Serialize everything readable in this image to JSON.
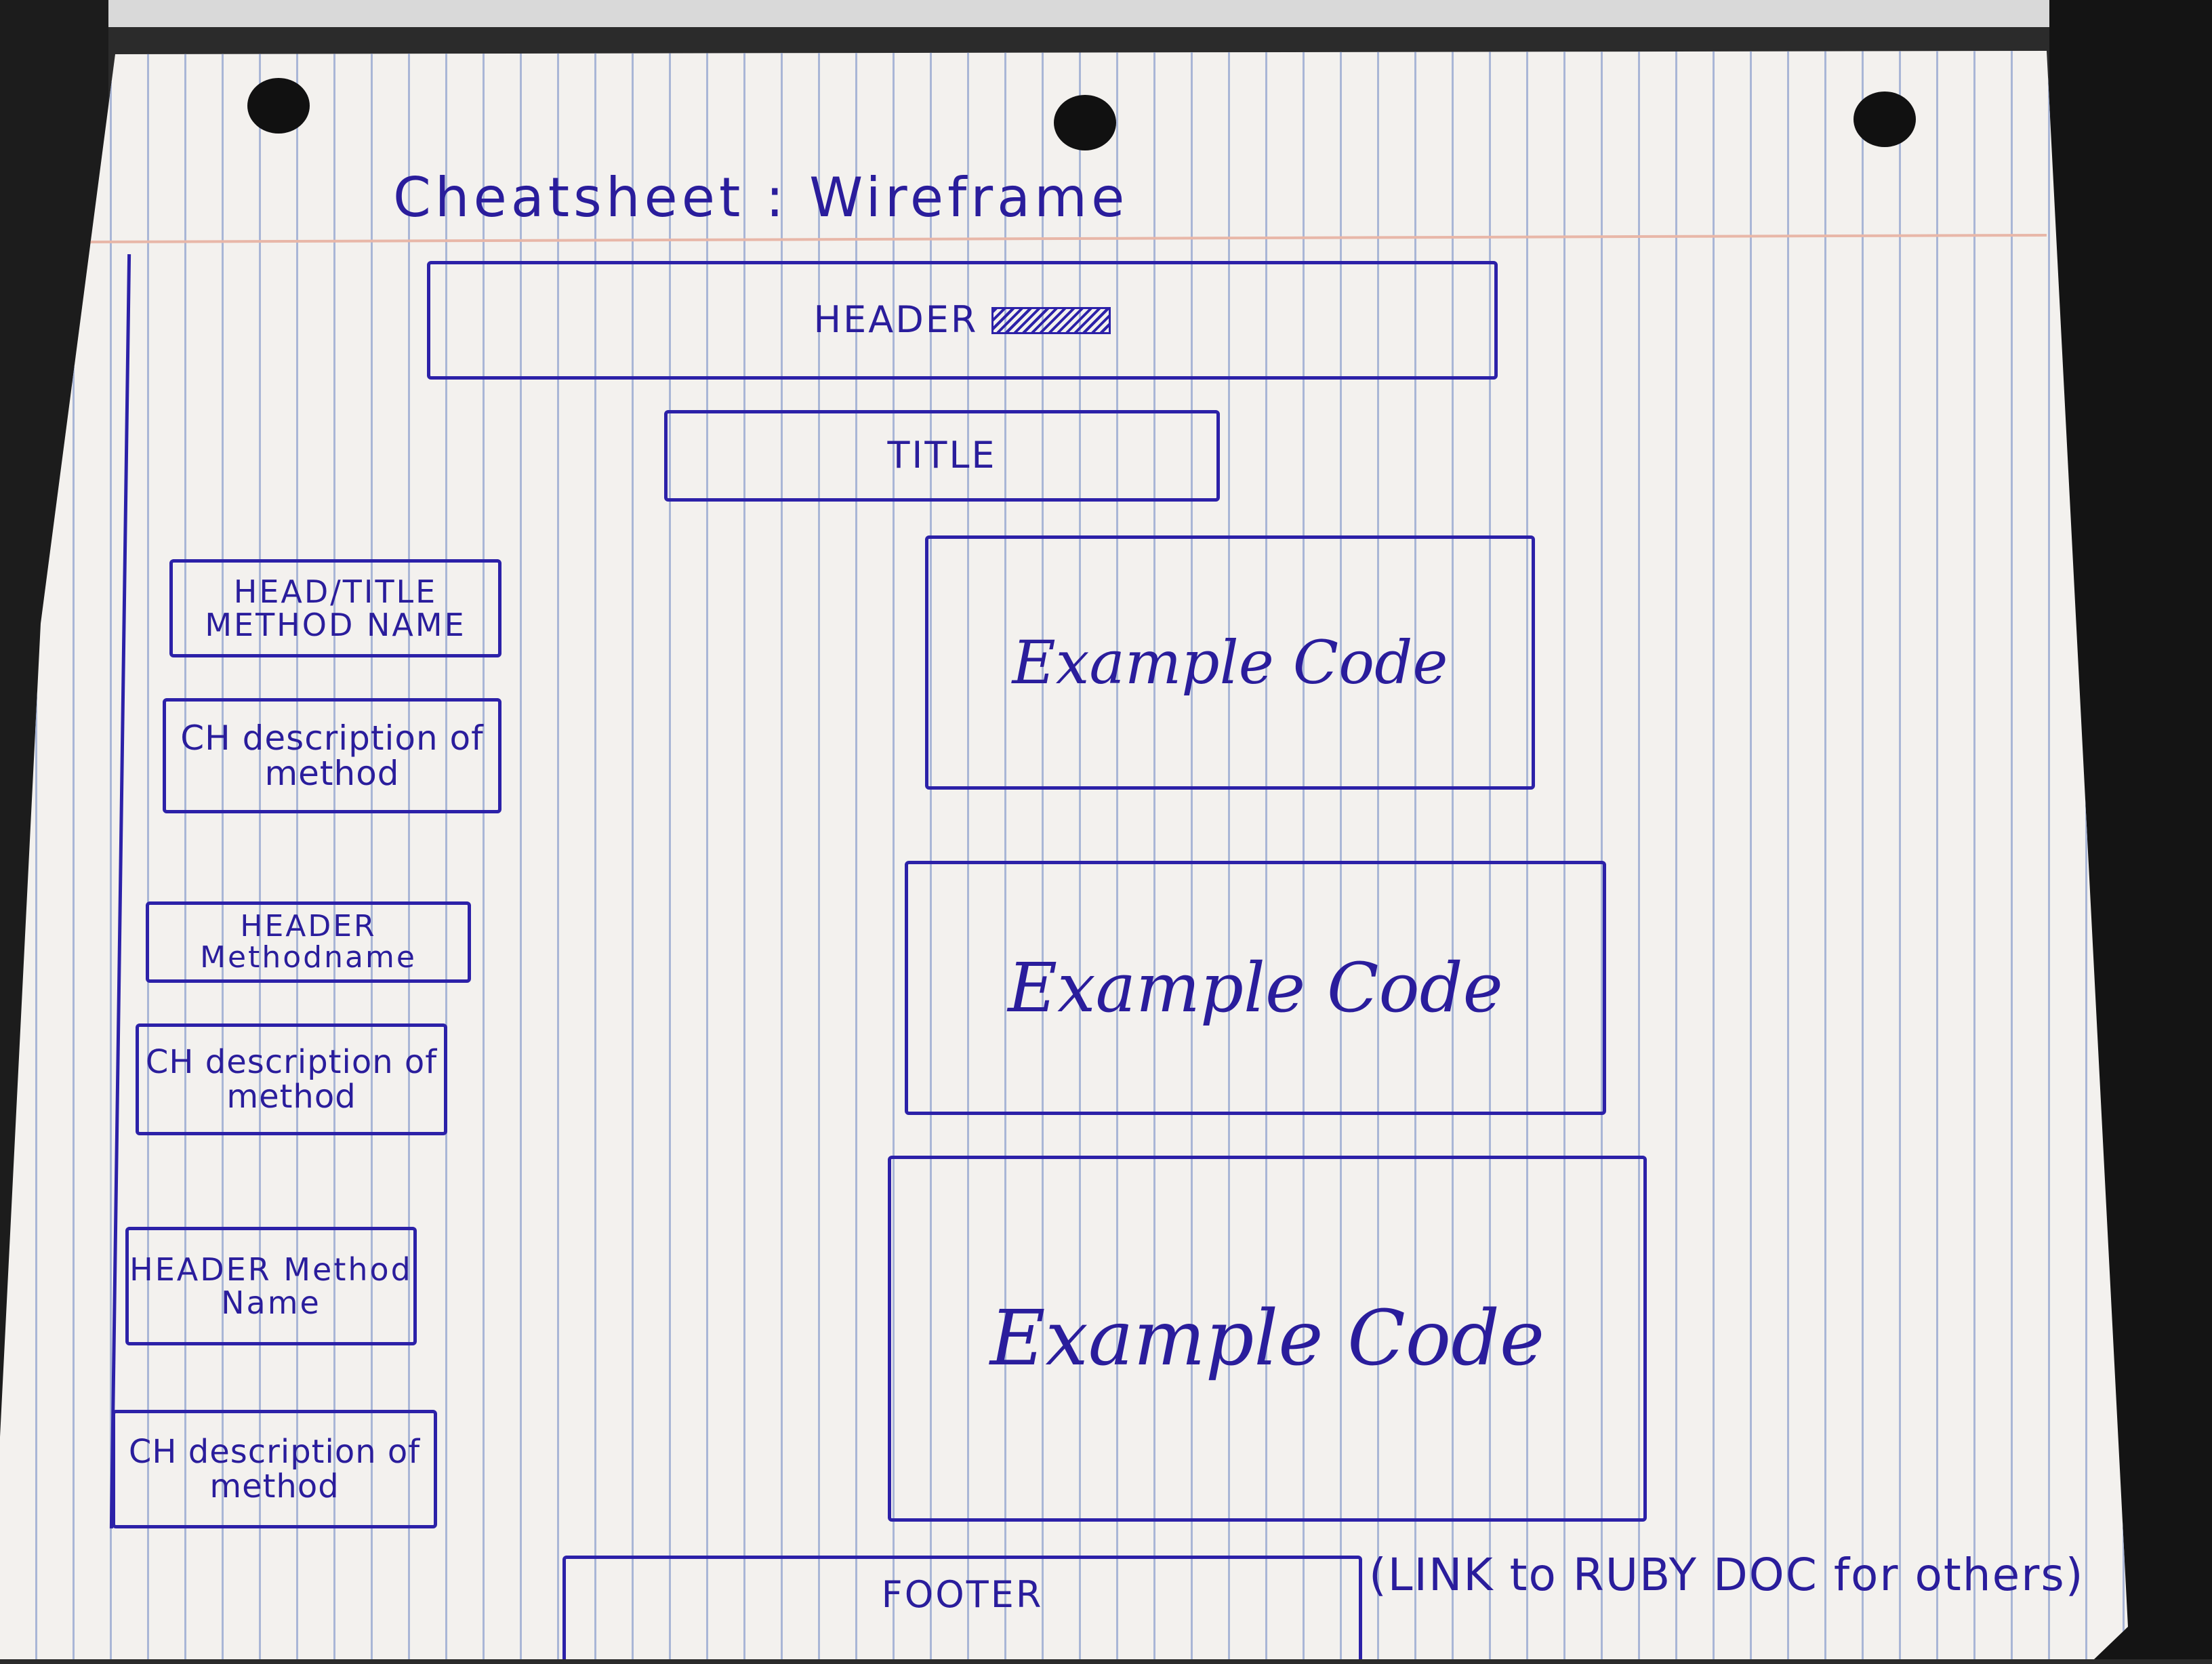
{
  "wireframe": {
    "title": "Cheatsheet : Wireframe",
    "header": "HEADER",
    "title_box": "TITLE",
    "sidebar": [
      {
        "heading": "HEAD/TITLE METHOD NAME"
      },
      {
        "description": "CH description of method"
      },
      {
        "heading": "HEADER Methodname"
      },
      {
        "description": "CH description of method"
      },
      {
        "heading": "HEADER Method Name"
      },
      {
        "description": "CH description of method"
      }
    ],
    "examples": [
      "Example Code",
      "Example Code",
      "Example Code"
    ],
    "footer": "FOOTER",
    "footer_note": "(LINK to RUBY DOC for others)"
  }
}
